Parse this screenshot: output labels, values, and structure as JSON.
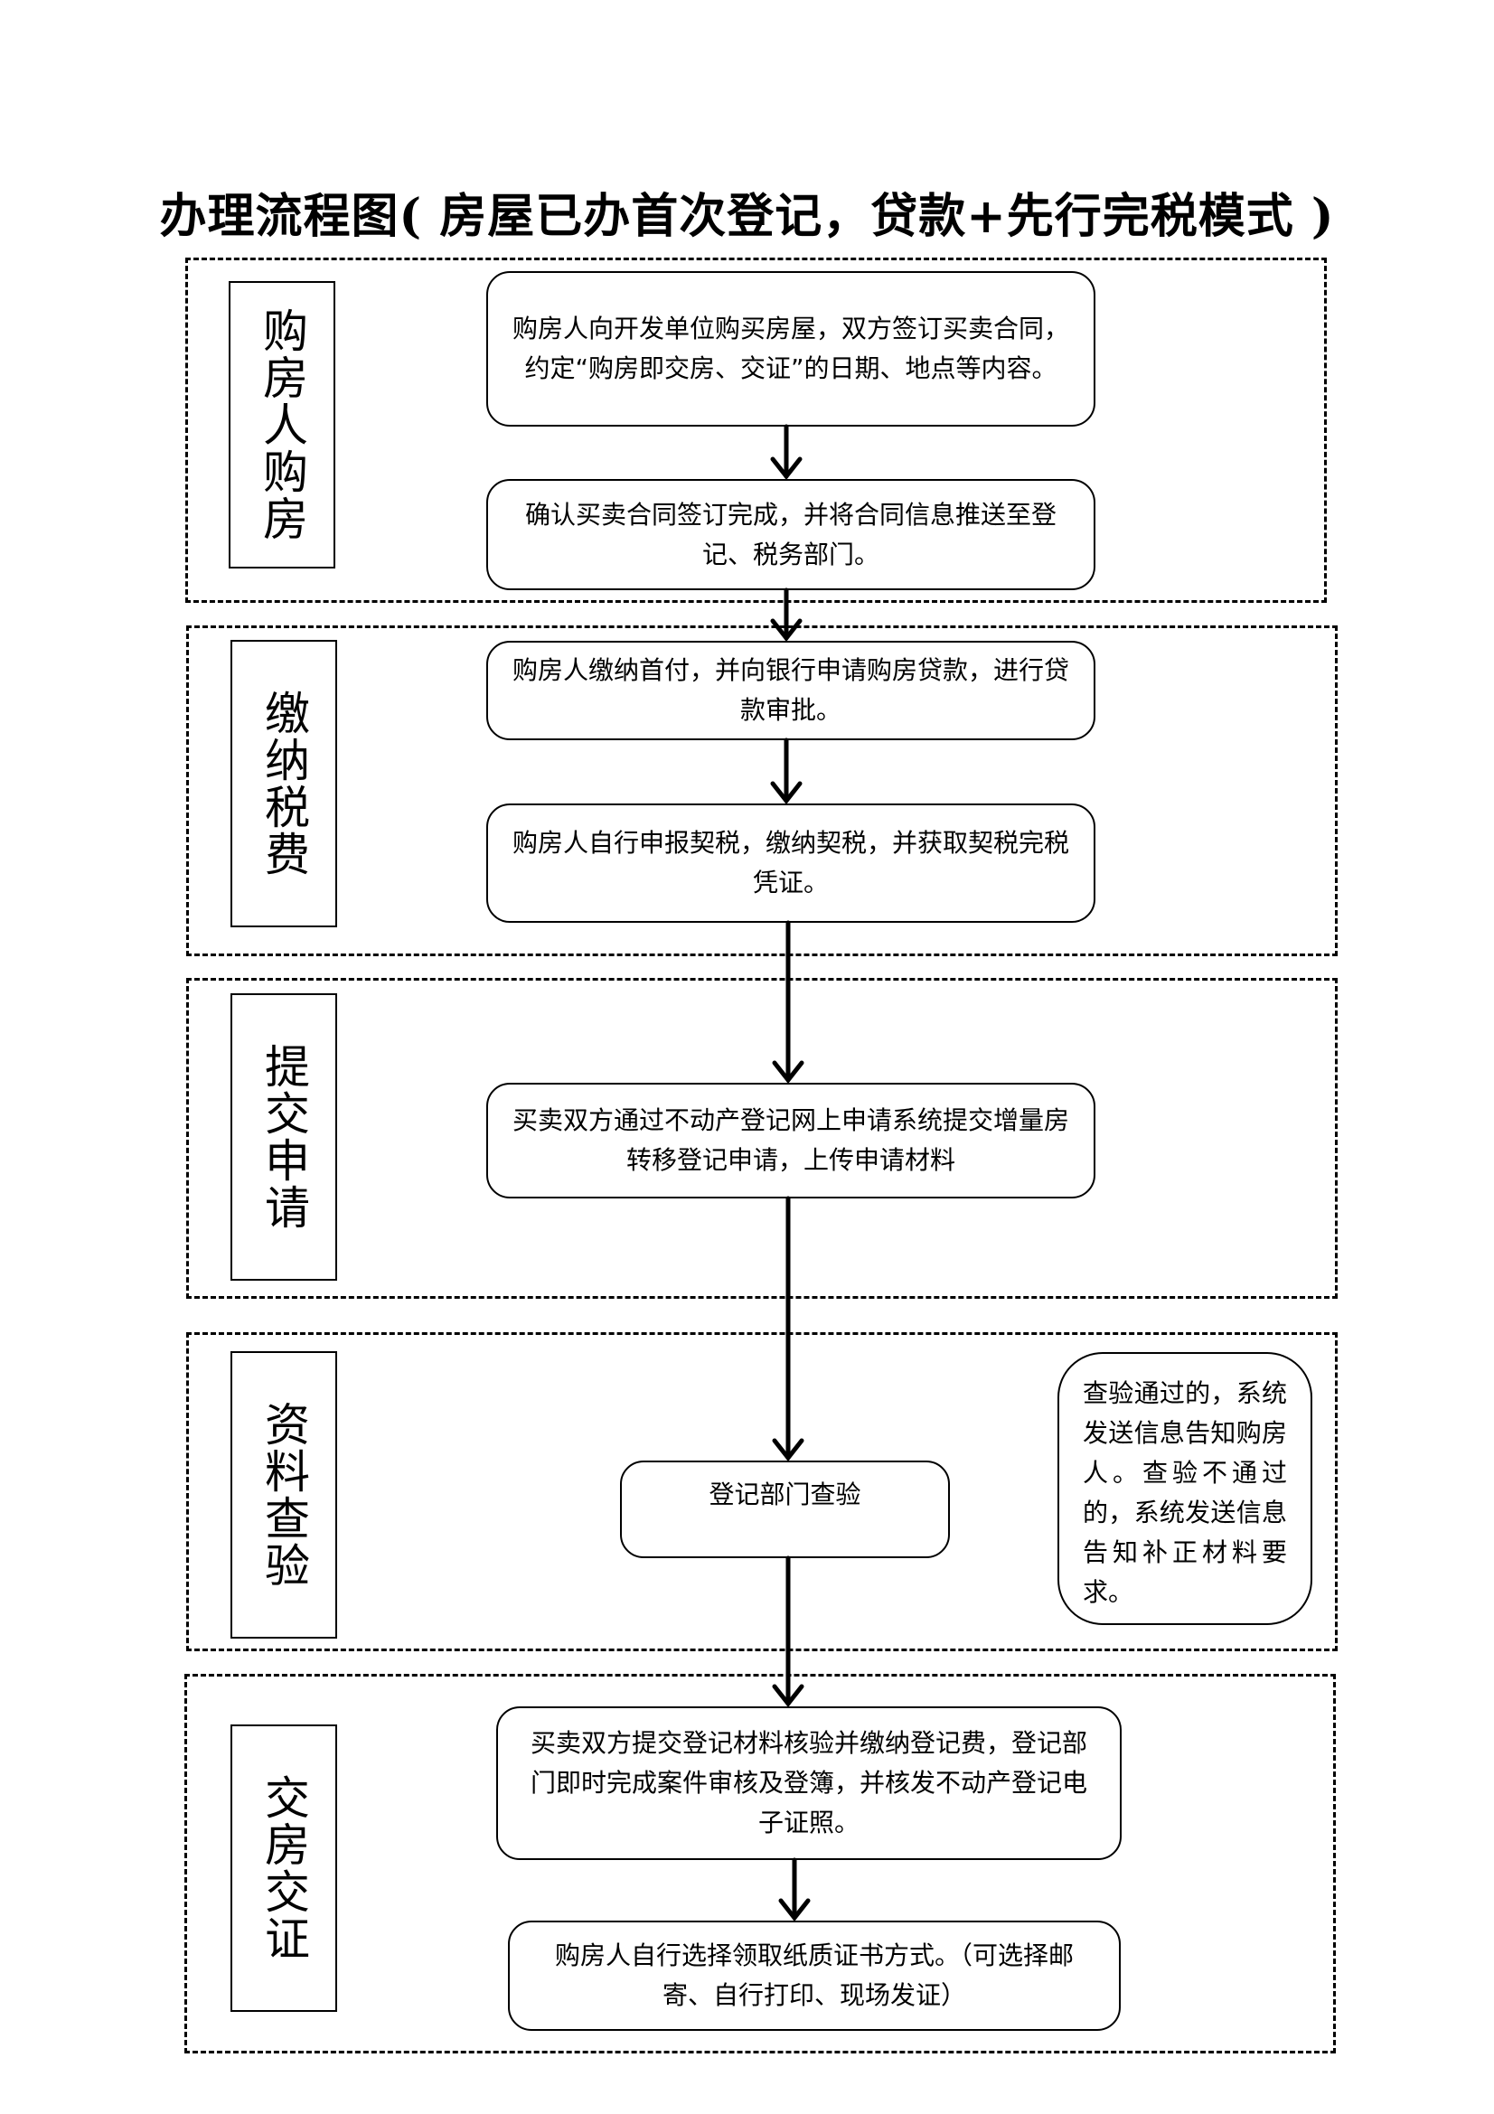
{
  "title": "办理流程图( 房屋已办首次登记，贷款+先行完税模式 )",
  "stages": [
    {
      "label": "购房人购房",
      "steps": [
        "购房人向开发单位购买房屋，双方签订买卖合同，约定“购房即交房、交证”的日期、地点等内容。",
        "确认买卖合同签订完成，并将合同信息推送至登记、税务部门。"
      ]
    },
    {
      "label": "缴纳税费",
      "steps": [
        "购房人缴纳首付，并向银行申请购房贷款，进行贷款审批。",
        "购房人自行申报契税，缴纳契税，并获取契税完税凭证。"
      ]
    },
    {
      "label": "提交申请",
      "steps": [
        "买卖双方通过不动产登记网上申请系统提交增量房转移登记申请，上传申请材料"
      ]
    },
    {
      "label": "资料查验",
      "steps": [
        "登记部门查验"
      ],
      "note": "查验通过的，系统发送信息告知购房人。查验不通过的，系统发送信息告知补正材料要求。"
    },
    {
      "label": "交房交证",
      "steps": [
        "买卖双方提交登记材料核验并缴纳登记费，登记部门即时完成案件审核及登簿，并核发不动产登记电子证照。",
        "购房人自行选择领取纸质证书方式。（可选择邮寄、自行打印、现场发证）"
      ]
    }
  ]
}
